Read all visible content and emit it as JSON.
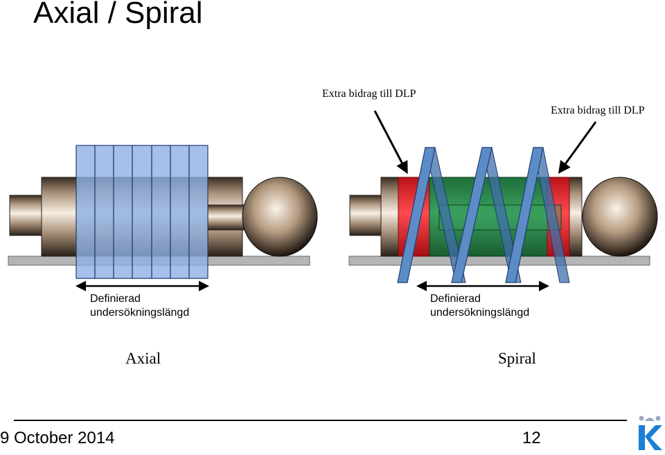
{
  "slide": {
    "title": "Axial / Spiral",
    "date": "9 October 2014",
    "page_number": "12"
  },
  "diagram": {
    "extra_label_left": "Extra bidrag till DLP",
    "extra_label_right": "Extra bidrag till DLP",
    "axial": {
      "defined_line1": "Definierad",
      "defined_line2": "undersökningslängd",
      "caption": "Axial"
    },
    "spiral": {
      "defined_line1": "Definierad",
      "defined_line2": "undersökningslängd",
      "caption": "Spiral"
    }
  },
  "colors": {
    "slice_blue": "#8fb0e3",
    "spiral_blue": "#5b8cc6",
    "extra_red": "#e8242a",
    "exam_green": "#2e8b4e",
    "table_gray": "#b5b5b5"
  },
  "icons": {
    "logo": "ki-crown-k-logo"
  }
}
